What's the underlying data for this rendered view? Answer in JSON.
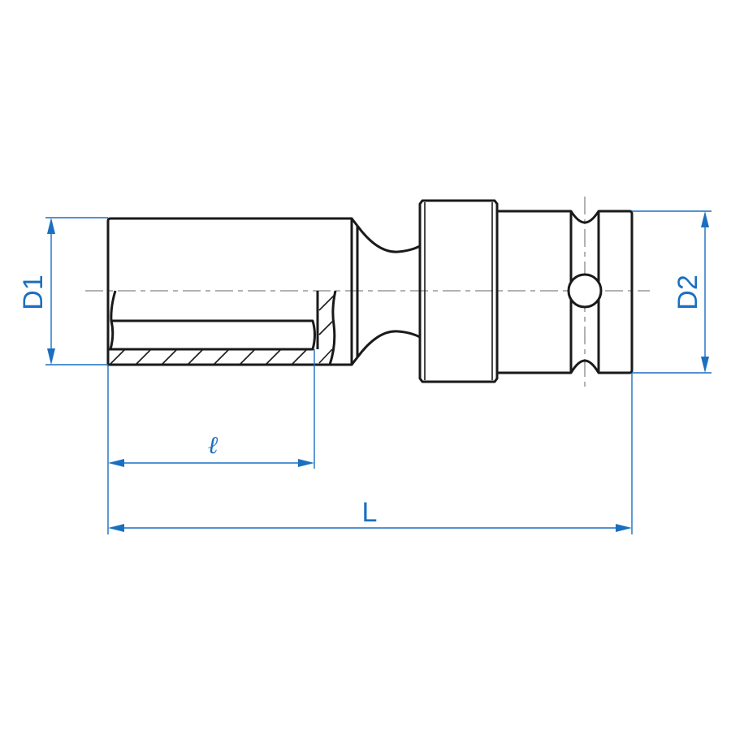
{
  "dimension_labels": {
    "d1": "D1",
    "d2": "D2",
    "socket_depth": "ℓ",
    "overall_length": "L"
  },
  "colors": {
    "dimension": "#1a6fc0",
    "outline": "#1a1a1a",
    "centerline": "#999999"
  }
}
